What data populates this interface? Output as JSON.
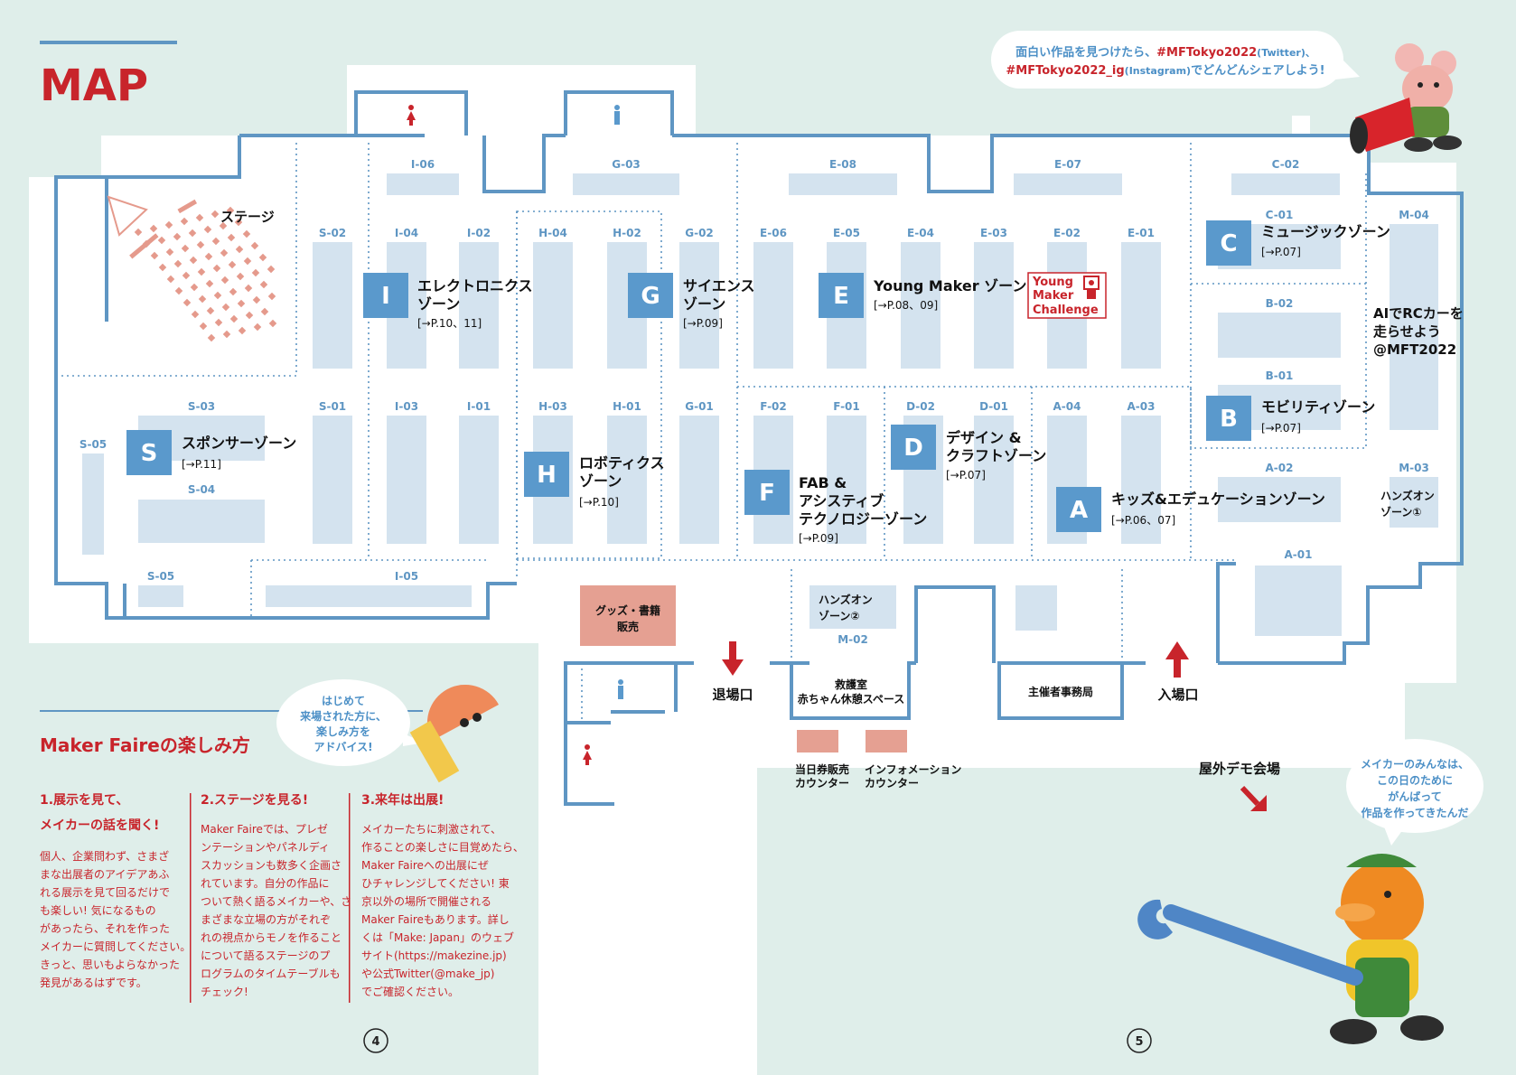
{
  "page": {
    "title": "MAP",
    "hashtag_bubble": {
      "line1_a": "面白い作品を見つけたら、",
      "line1_b": "#MFTokyo2022",
      "line1_c": "(Twitter)、",
      "line2_a": "#MFTokyo2022_ig",
      "line2_b": "(Instagram)",
      "line2_c": "でどんどんシェアしよう!"
    },
    "page_numbers": [
      "4",
      "5"
    ]
  },
  "booths": [
    {
      "id": "I-06"
    },
    {
      "id": "G-03"
    },
    {
      "id": "E-08"
    },
    {
      "id": "E-07"
    },
    {
      "id": "C-02"
    },
    {
      "id": "S-02"
    },
    {
      "id": "I-04"
    },
    {
      "id": "I-02"
    },
    {
      "id": "H-04"
    },
    {
      "id": "H-02"
    },
    {
      "id": "G-02"
    },
    {
      "id": "E-06"
    },
    {
      "id": "E-05"
    },
    {
      "id": "E-04"
    },
    {
      "id": "E-03"
    },
    {
      "id": "E-02"
    },
    {
      "id": "E-01"
    },
    {
      "id": "C-01"
    },
    {
      "id": "M-04"
    },
    {
      "id": "B-02"
    },
    {
      "id": "B-01"
    },
    {
      "id": "S-03"
    },
    {
      "id": "S-01"
    },
    {
      "id": "I-03"
    },
    {
      "id": "I-01"
    },
    {
      "id": "H-03"
    },
    {
      "id": "H-01"
    },
    {
      "id": "G-01"
    },
    {
      "id": "F-02"
    },
    {
      "id": "F-01"
    },
    {
      "id": "D-02"
    },
    {
      "id": "D-01"
    },
    {
      "id": "A-04"
    },
    {
      "id": "A-03"
    },
    {
      "id": "S-05"
    },
    {
      "id": "S-04"
    },
    {
      "id": "A-02"
    },
    {
      "id": "M-03"
    },
    {
      "id": "A-01"
    },
    {
      "id": "S-05"
    },
    {
      "id": "I-05"
    },
    {
      "id": "M-02"
    }
  ],
  "zones": [
    {
      "letter": "I",
      "name1": "エレクトロニクス",
      "name2": "ゾーン",
      "ref": "[→P.10、11]"
    },
    {
      "letter": "G",
      "name1": "サイエンス",
      "name2": "ゾーン",
      "ref": "[→P.09]"
    },
    {
      "letter": "E",
      "name1": "Young Maker ゾーン",
      "ref": "[→P.08、09]"
    },
    {
      "letter": "C",
      "name1": "ミュージックゾーン",
      "ref": "[→P.07]"
    },
    {
      "letter": "B",
      "name1": "モビリティゾーン",
      "ref": "[→P.07]"
    },
    {
      "letter": "S",
      "name1": "スポンサーゾーン",
      "ref": "[→P.11]"
    },
    {
      "letter": "H",
      "name1": "ロボティクス",
      "name2": "ゾーン",
      "ref": "[→P.10]"
    },
    {
      "letter": "F",
      "name1": "FAB &",
      "name2": "アシスティブ",
      "name3": "テクノロジーゾーン",
      "ref": "[→P.09]"
    },
    {
      "letter": "D",
      "name1": "デザイン &",
      "name2": "クラフトゾーン",
      "ref": "[→P.07]"
    },
    {
      "letter": "A",
      "name1": "キッズ&エデュケーションゾーン",
      "ref": "[→P.06、07]"
    }
  ],
  "labels": {
    "stage": "ステージ",
    "rc_1": "AIでRCカーを",
    "rc_2": "走らせよう",
    "rc_3": "@MFT2022",
    "handson1_1": "ハンズオン",
    "handson1_2": "ゾーン①",
    "handson2_1": "ハンズオン",
    "handson2_2": "ゾーン②",
    "goods_1": "グッズ・書籍",
    "goods_2": "販売",
    "exit": "退場口",
    "entrance": "入場口",
    "first_aid": "救護室",
    "baby_room": "赤ちゃん休憩スペース",
    "office": "主催者事務局",
    "ticket_1": "当日券販売",
    "ticket_2": "カウンター",
    "info_1": "インフォメーション",
    "info_2": "カウンター",
    "outdoor": "屋外デモ会場",
    "ym_1": "Young",
    "ym_2": "Maker",
    "ym_3": "Challenge"
  },
  "guide": {
    "title": "Maker Faireの楽しみ方",
    "bubble": [
      "はじめて",
      "来場された方に、",
      "楽しみ方を",
      "アドバイス!"
    ],
    "cols": [
      {
        "heading": [
          "1.展示を見て、",
          "メイカーの話を聞く!"
        ],
        "body": [
          "個人、企業問わず、さまざ",
          "まな出展者のアイデアあふ",
          "れる展示を見て回るだけで",
          "も楽しい! 気になるもの",
          "があったら、それを作った",
          "メイカーに質問してください。",
          "きっと、思いもよらなかった",
          "発見があるはずです。"
        ]
      },
      {
        "heading": [
          "2.ステージを見る!"
        ],
        "body": [
          "Maker Faireでは、プレゼ",
          "ンテーションやパネルディ",
          "スカッションも数多く企画さ",
          "れています。自分の作品に",
          "ついて熱く語るメイカーや、さ",
          "まざまな立場の方がそれぞ",
          "れの視点からモノを作ること",
          "について語るステージのプ",
          "ログラムのタイムテーブルも",
          "チェック!"
        ]
      },
      {
        "heading": [
          "3.来年は出展!"
        ],
        "body": [
          "メイカーたちに刺激されて、",
          "作ることの楽しさに目覚めたら、",
          "Maker Faireへの出展にぜ",
          "ひチャレンジしてください! 東",
          "京以外の場所で開催される",
          "Maker Faireもあります。詳し",
          "くは「Make: Japan」のウェブ",
          "サイト(https://makezine.jp)",
          "や公式Twitter(@make_jp)",
          "でご確認ください。"
        ]
      }
    ]
  },
  "mascot_bubble": [
    "メイカーのみんなは、",
    "この日のために",
    "がんばって",
    "作品を作ってきたんだ"
  ]
}
